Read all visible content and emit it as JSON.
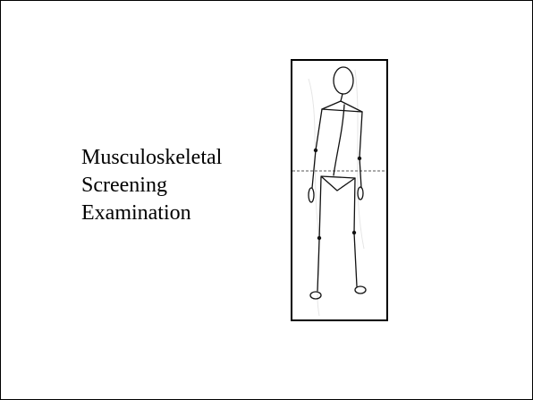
{
  "slide": {
    "title_lines": [
      "Musculoskeletal",
      "Screening",
      "Examination"
    ]
  },
  "figure": {
    "icon": "stick-figure-posture-drawing",
    "frame_color": "#000000",
    "line_color": "#111111",
    "reference_line_color": "#555555"
  }
}
